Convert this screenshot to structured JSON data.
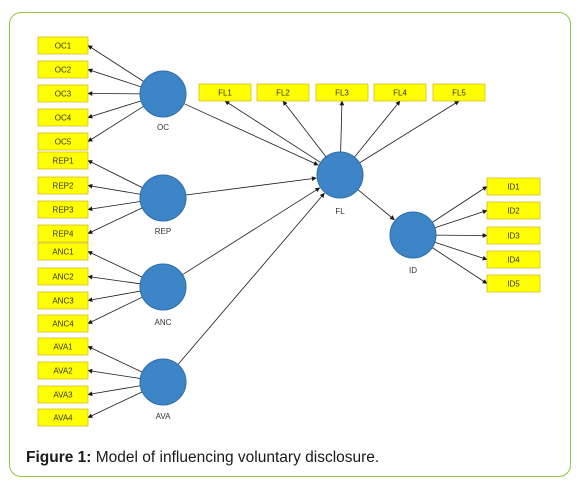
{
  "figure": {
    "caption_label": "Figure 1:",
    "caption_text": " Model of influencing voluntary disclosure."
  },
  "colors": {
    "frame": "#8cc63f",
    "indicator_fill": "#ffff00",
    "indicator_border": "#c8a800",
    "node_fill": "#3d85c6",
    "node_border": "#2f6da8",
    "arrow": "#1a1a1a"
  },
  "latent_variables": [
    {
      "id": "OC",
      "label": "OC"
    },
    {
      "id": "REP",
      "label": "REP"
    },
    {
      "id": "ANC",
      "label": "ANC"
    },
    {
      "id": "AVA",
      "label": "AVA"
    },
    {
      "id": "FL",
      "label": "FL"
    },
    {
      "id": "ID",
      "label": "ID"
    }
  ],
  "indicators": {
    "OC": [
      "OC1",
      "OC2",
      "OC3",
      "OC4",
      "OC5"
    ],
    "REP": [
      "REP1",
      "REP2",
      "REP3",
      "REP4"
    ],
    "ANC": [
      "ANC1",
      "ANC2",
      "ANC3",
      "ANC4"
    ],
    "AVA": [
      "AVA1",
      "AVA2",
      "AVA3",
      "AVA4"
    ],
    "FL": [
      "FL1",
      "FL2",
      "FL3",
      "FL4",
      "FL5"
    ],
    "ID": [
      "ID1",
      "ID2",
      "ID3",
      "ID4",
      "ID5"
    ]
  },
  "paths": [
    {
      "from": "OC",
      "to": "FL"
    },
    {
      "from": "REP",
      "to": "FL"
    },
    {
      "from": "ANC",
      "to": "FL"
    },
    {
      "from": "AVA",
      "to": "FL"
    },
    {
      "from": "FL",
      "to": "ID"
    }
  ]
}
